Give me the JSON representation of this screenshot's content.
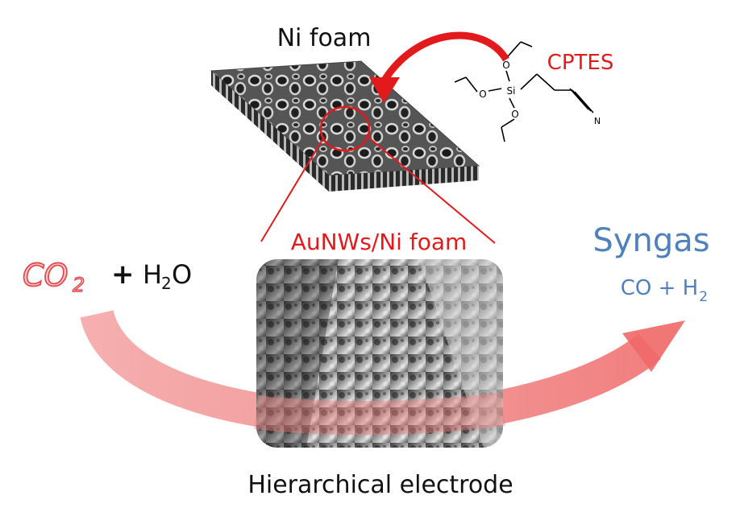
{
  "labels": {
    "ni_foam": "Ni foam",
    "cptes": "CPTES",
    "aunws": "AuNWs/Ni foam",
    "co2_main": "CO",
    "co2_sub": "2",
    "plus": "+",
    "h2o_h": "H",
    "h2o_sub": "2",
    "h2o_o": "O",
    "syngas": "Syngas",
    "syngas_formula": "CO + H",
    "syngas_sub": "2",
    "caption": "Hierarchical electrode"
  },
  "molecule": {
    "atoms": {
      "si": "Si",
      "o_top": "O",
      "o_left": "O",
      "o_bottom": "O",
      "n": "N"
    }
  },
  "colors": {
    "red": "#e31a1c",
    "arrow_pink": "#f08080",
    "blue": "#4f81bd",
    "text": "#111111"
  }
}
